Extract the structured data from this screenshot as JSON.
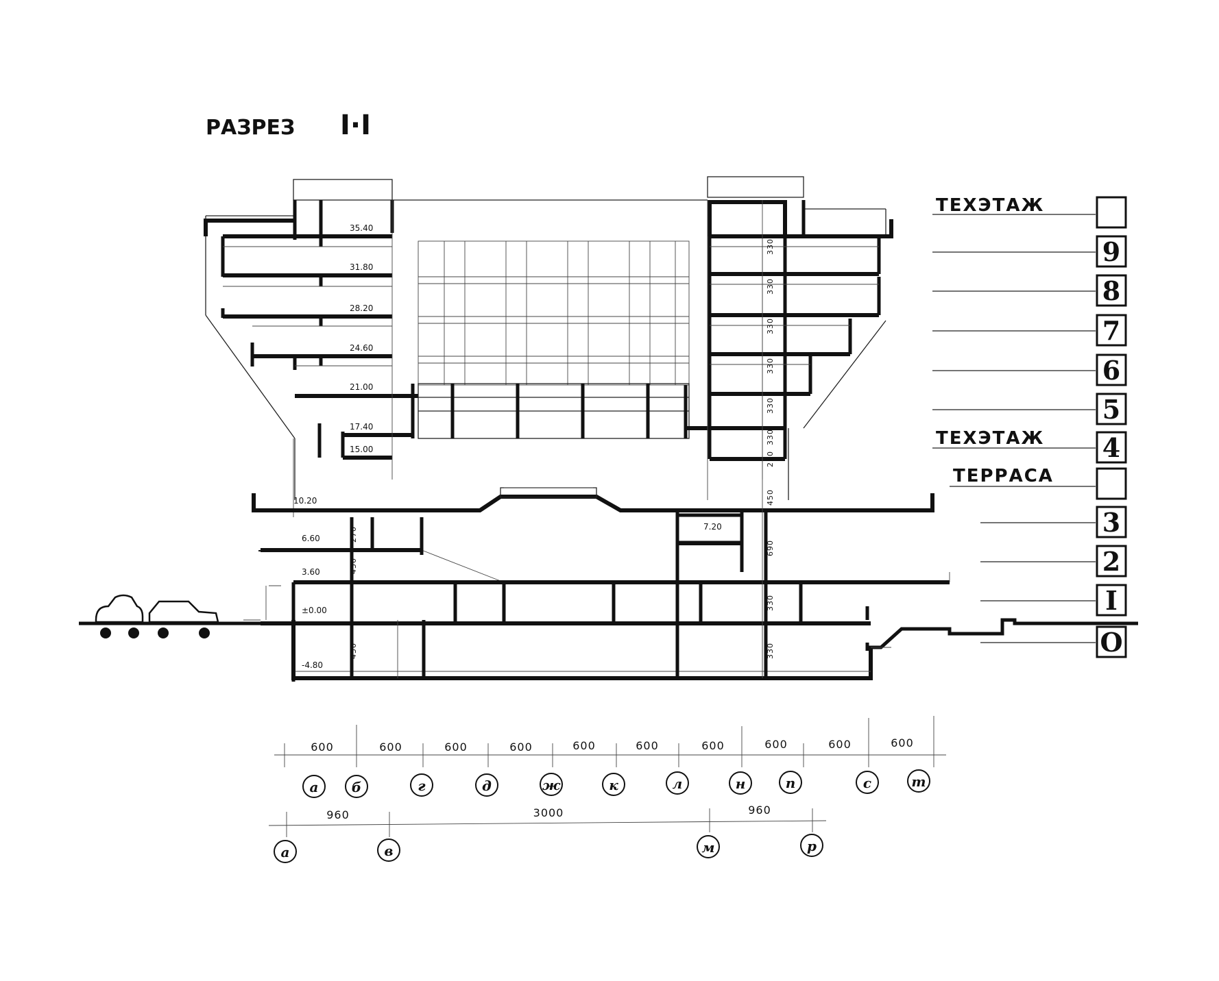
{
  "title": "РАЗРЕЗ",
  "title_numeral": "I·I",
  "floor_labels": {
    "tech_top": "ТЕХЭТАЖ",
    "tech_mid": "ТЕХЭТАЖ",
    "terrace": "ТЕРРАСА"
  },
  "floor_numbers": [
    "",
    "9",
    "8",
    "7",
    "6",
    "5",
    "4",
    "",
    "3",
    "2",
    "I",
    "O"
  ],
  "elevations": [
    "35.40",
    "31.80",
    "28.20",
    "24.60",
    "21.00",
    "17.40",
    "15.00",
    "10.20",
    "7.20",
    "6.60",
    "3.60",
    "±0.00",
    "-4.80"
  ],
  "floor_heights": [
    "330",
    "330",
    "330",
    "330",
    "330",
    "330",
    "210",
    "450",
    "690",
    "330",
    "330",
    "270",
    "450",
    "450"
  ],
  "bay_dims": [
    "600",
    "600",
    "600",
    "600",
    "600",
    "600",
    "600",
    "600",
    "600",
    "600"
  ],
  "major_dims": [
    "960",
    "3000",
    "960"
  ],
  "axes_row1": [
    "а",
    "б",
    "г",
    "д",
    "ж",
    "к",
    "л",
    "н",
    "п",
    "с",
    "т"
  ],
  "axes_row2": [
    "а",
    "в",
    "м",
    "р"
  ]
}
